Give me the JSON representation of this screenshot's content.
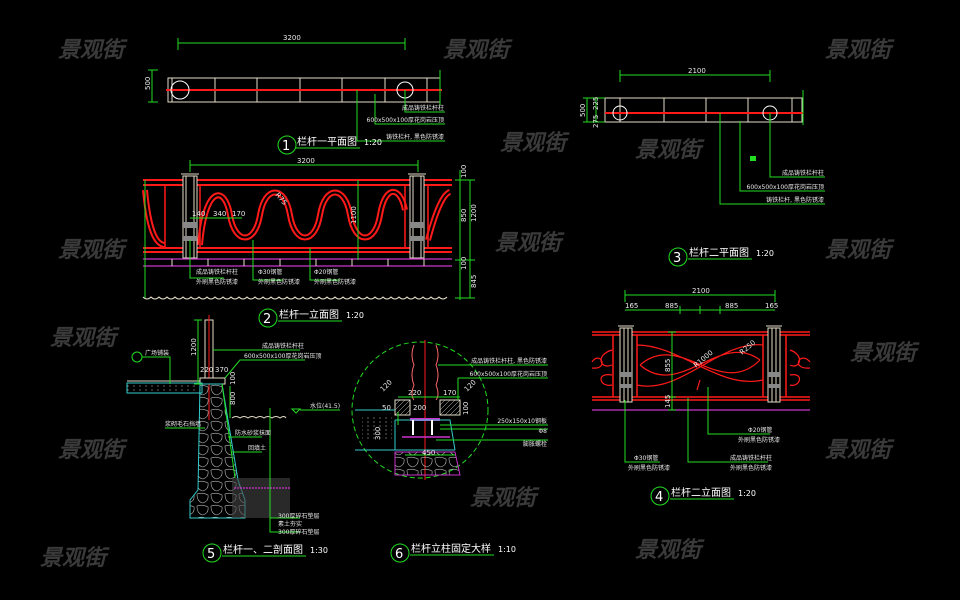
{
  "watermark": "景观街",
  "colors": {
    "background": "#000000",
    "dimension": "#22dd22",
    "railing": "#ff1a1a",
    "outline": "#e6ddc8",
    "paving": "#cc33cc",
    "section": "#33cccc",
    "watermark": "#3a3a3a"
  },
  "view1": {
    "number": "1",
    "title": "栏杆一平面图",
    "scale": "1:20",
    "dim_length": "3200",
    "dim_width": "500",
    "labels": [
      "成品铸铁栏杆柱",
      "600x500x100厚花岗岩压顶",
      "铸铁栏杆, 黑色防锈漆"
    ]
  },
  "view2": {
    "number": "2",
    "title": "栏杆一立面图",
    "scale": "1:20",
    "dim_length": "3200",
    "dims": [
      "140",
      "340",
      "170",
      "R75",
      "1100",
      "100",
      "850",
      "1200",
      "100",
      "845"
    ],
    "labels": [
      "成品铸铁栏杆柱",
      "外刷黑色防锈漆",
      "Φ30钢管",
      "外刷黑色防锈漆",
      "Φ20钢管",
      "外刷黑色防锈漆"
    ]
  },
  "view3": {
    "number": "3",
    "title": "栏杆二平面图",
    "scale": "1:20",
    "dim_length": "2100",
    "dim_width": "500",
    "dim_a": "225",
    "dim_b": "275",
    "labels": [
      "成品铸铁栏杆柱",
      "600x500x100厚花岗岩压顶",
      "铸铁栏杆, 黑色防锈漆"
    ]
  },
  "view4": {
    "number": "4",
    "title": "栏杆二立面图",
    "scale": "1:20",
    "dim_length": "2100",
    "dims": [
      "165",
      "885",
      "885",
      "165",
      "855",
      "145",
      "R1000",
      "R250"
    ],
    "labels": [
      "Φ20钢管",
      "外刷黑色防锈漆",
      "Φ30钢管",
      "外刷黑色防锈漆",
      "成品铸铁栏杆柱",
      "外刷黑色防锈漆"
    ]
  },
  "view5": {
    "number": "5",
    "title": "栏杆一、二剖面图",
    "scale": "1:30",
    "dims": [
      "1200",
      "220",
      "370",
      "100",
      "800"
    ],
    "labels": [
      "广场铺装",
      "成品铸铁栏杆柱",
      "600x500x100厚花岗岩压顶",
      "水位(41.5)",
      "浆砌毛石挡墙",
      "防水砂浆抹面",
      "回填土",
      "300厚碎石垫层",
      "素土夯实",
      "300厚碎石垫层"
    ]
  },
  "view6": {
    "number": "6",
    "title": "栏杆立柱固定大样",
    "scale": "1:10",
    "dims": [
      "120",
      "220",
      "170",
      "120",
      "50",
      "200",
      "100",
      "450",
      "300"
    ],
    "labels": [
      "成品铸铁栏杆柱, 黑色防锈漆",
      "600x500x100厚花岗岩压顶",
      "250x150x10钢板",
      "Φ8",
      "膨胀螺栓"
    ]
  }
}
